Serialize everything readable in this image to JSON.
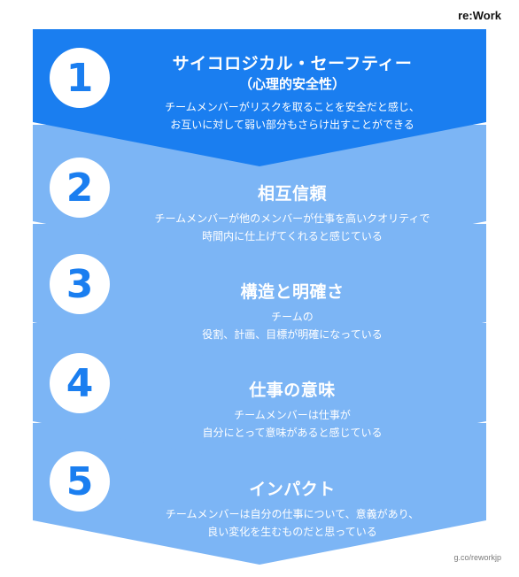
{
  "brand": "re:Work",
  "source": "g.co/reworkjp",
  "colors": {
    "primary": "#1a7ef0",
    "secondary": "#7cb5f5",
    "number_text": "#1a7ef0",
    "text": "#ffffff"
  },
  "steps": [
    {
      "number": "1",
      "title": "サイコロジカル・セーフティー",
      "subtitle": "（心理的安全性）",
      "desc": [
        "チームメンバーがリスクを取ることを安全だと感じ、",
        "お互いに対して弱い部分もさらけ出すことができる"
      ]
    },
    {
      "number": "2",
      "title": "相互信頼",
      "subtitle": "",
      "desc": [
        "チームメンバーが他のメンバーが仕事を高いクオリティで",
        "時間内に仕上げてくれると感じている"
      ]
    },
    {
      "number": "3",
      "title": "構造と明確さ",
      "subtitle": "",
      "desc": [
        "チームの",
        "役割、計画、目標が明確になっている"
      ]
    },
    {
      "number": "4",
      "title": "仕事の意味",
      "subtitle": "",
      "desc": [
        "チームメンバーは仕事が",
        "自分にとって意味があると感じている"
      ]
    },
    {
      "number": "5",
      "title": "インパクト",
      "subtitle": "",
      "desc": [
        "チームメンバーは自分の仕事について、意義があり、",
        "良い変化を生むものだと思っている"
      ]
    }
  ]
}
